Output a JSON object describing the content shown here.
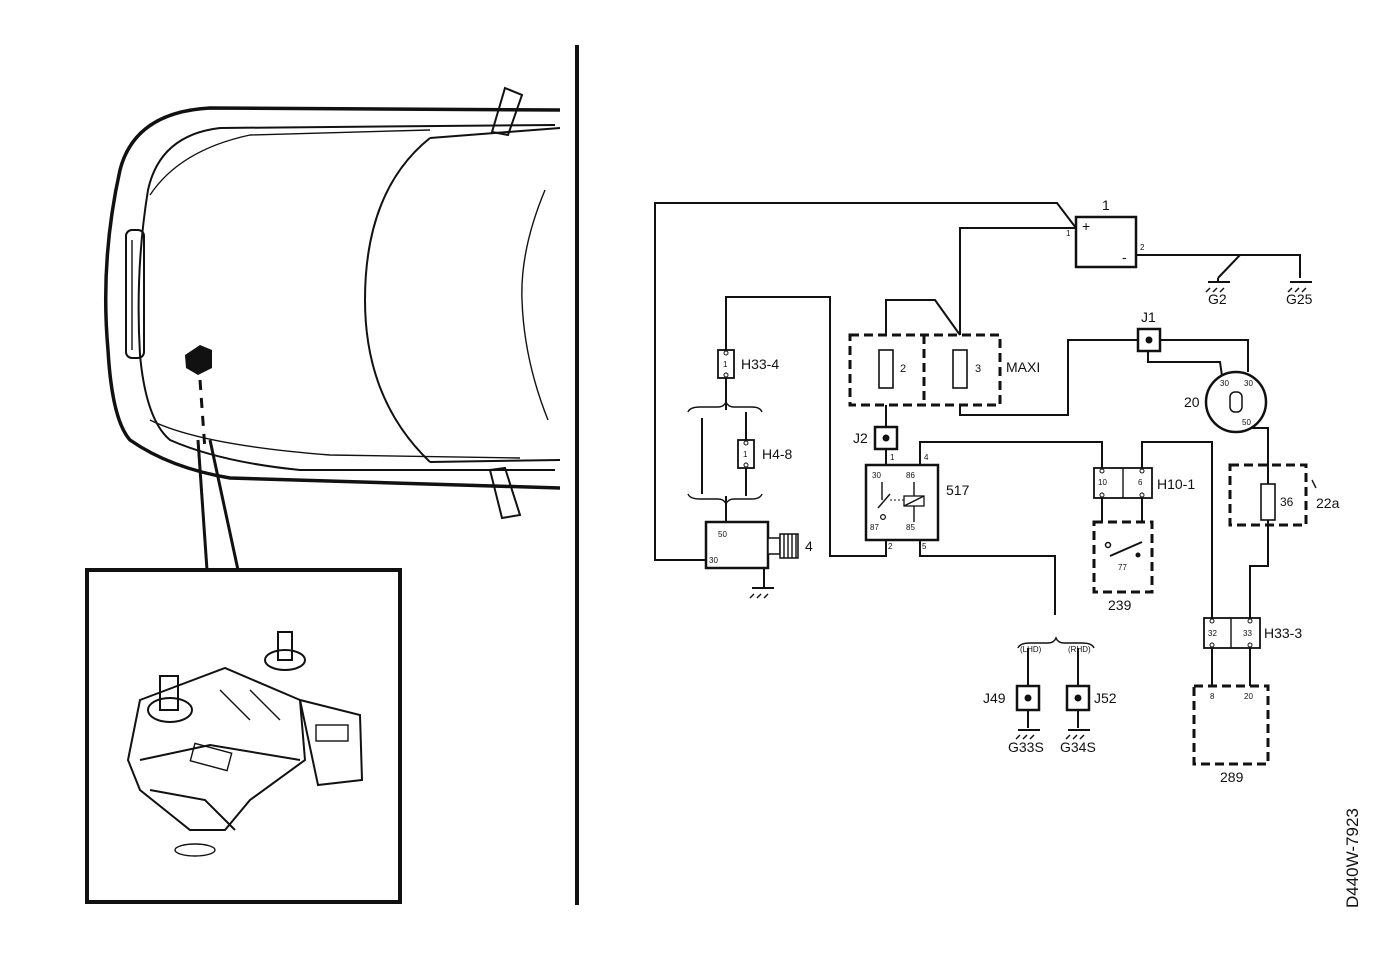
{
  "components": {
    "battery": {
      "label": "1",
      "plus": "+",
      "minus": "-",
      "pin_left": "1",
      "pin_right": "2"
    },
    "fuse_box": {
      "label": "MAXI",
      "fuse_a": "2",
      "fuse_b": "3"
    },
    "ignition_switch": {
      "label": "20",
      "pin_a": "30",
      "pin_b": "30",
      "pin_c": "50"
    },
    "relay": {
      "label": "517",
      "pin_30": "30",
      "pin_86": "86",
      "pin_87": "87",
      "pin_85": "85",
      "term_1": "1",
      "term_4": "4",
      "term_2": "2",
      "term_5": "5"
    },
    "starter": {
      "label": "4",
      "pin_50": "50",
      "pin_30": "30"
    },
    "switch_239": {
      "label": "239",
      "inner": "77"
    },
    "fuse_36": {
      "label": "36",
      "box_label": "22a"
    },
    "module_289": {
      "label": "289",
      "pin_a": "8",
      "pin_b": "20"
    }
  },
  "connectors": {
    "h33_4": {
      "label": "H33-4",
      "pin": "1"
    },
    "h4_8": {
      "label": "H4-8",
      "pin": "1"
    },
    "h10_1": {
      "label": "H10-1",
      "pin_a": "10",
      "pin_b": "6"
    },
    "h33_3": {
      "label": "H33-3",
      "pin_a": "32",
      "pin_b": "33"
    }
  },
  "junctions": {
    "j1": "J1",
    "j2": "J2",
    "j49": "J49",
    "j52": "J52"
  },
  "grounds": {
    "g2": "G2",
    "g25": "G25",
    "g33s": "G33S",
    "g34s": "G34S"
  },
  "variants": {
    "lhd": "(LHD)",
    "rhd": "(RHD)"
  },
  "drawing_code": "D440W-7923"
}
